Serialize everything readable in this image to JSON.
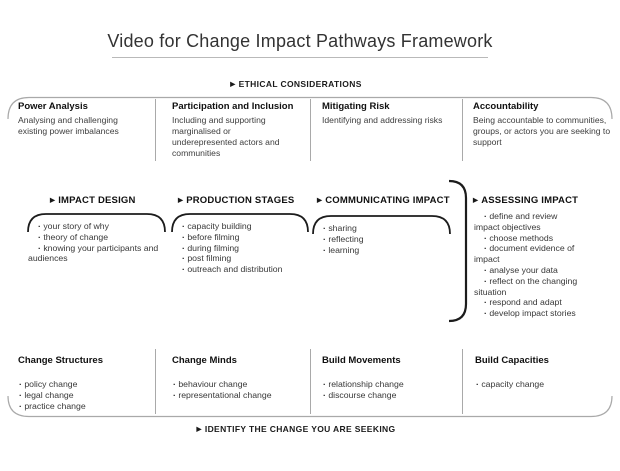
{
  "icons": {
    "arrow_right": "▶"
  },
  "title": {
    "text": "Video for Change Impact Pathways Framework"
  },
  "bands": {
    "ethical": "ETHICAL CONSIDERATIONS",
    "identify": "IDENTIFY THE CHANGE YOU ARE SEEKING"
  },
  "ethical_row": [
    {
      "title": "Power Analysis",
      "desc": "Analysing and challenging existing power imbalances"
    },
    {
      "title": "Participation and Inclusion",
      "desc": "Including and supporting marginalised or underepresented actors and communities"
    },
    {
      "title": "Mitigating Risk",
      "desc": "Identifying and addressing risks"
    },
    {
      "title": "Accountability",
      "desc": "Being accountable to communities, groups, or actors you are seeking to support"
    }
  ],
  "stages": [
    {
      "label": "IMPACT DESIGN",
      "items": [
        "your story of why",
        "theory of change",
        "knowing your participants and audiences"
      ]
    },
    {
      "label": "PRODUCTION STAGES",
      "items": [
        "capacity building",
        "before filming",
        "during filming",
        "post filming",
        "outreach and distribution"
      ]
    },
    {
      "label": "COMMUNICATING IMPACT",
      "items": [
        "sharing",
        "reflecting",
        "learning"
      ]
    },
    {
      "label": "ASSESSING IMPACT",
      "items": [
        "define and review impact objectives",
        "choose methods",
        "document evidence of impact",
        "analyse your data",
        "reflect on the changing situation",
        "respond and adapt",
        "develop impact stories"
      ]
    }
  ],
  "change_row": [
    {
      "title": "Change Structures",
      "items": [
        "policy change",
        "legal change",
        "practice change"
      ]
    },
    {
      "title": "Change Minds",
      "items": [
        "behaviour change",
        "representational change"
      ]
    },
    {
      "title": "Build Movements",
      "items": [
        "relationship change",
        "discourse change"
      ]
    },
    {
      "title": "Build Capacities",
      "items": [
        "capacity change"
      ]
    }
  ],
  "colors": {
    "line_gray": "#a9a9a9",
    "bracket_black": "#1c1c1c"
  }
}
